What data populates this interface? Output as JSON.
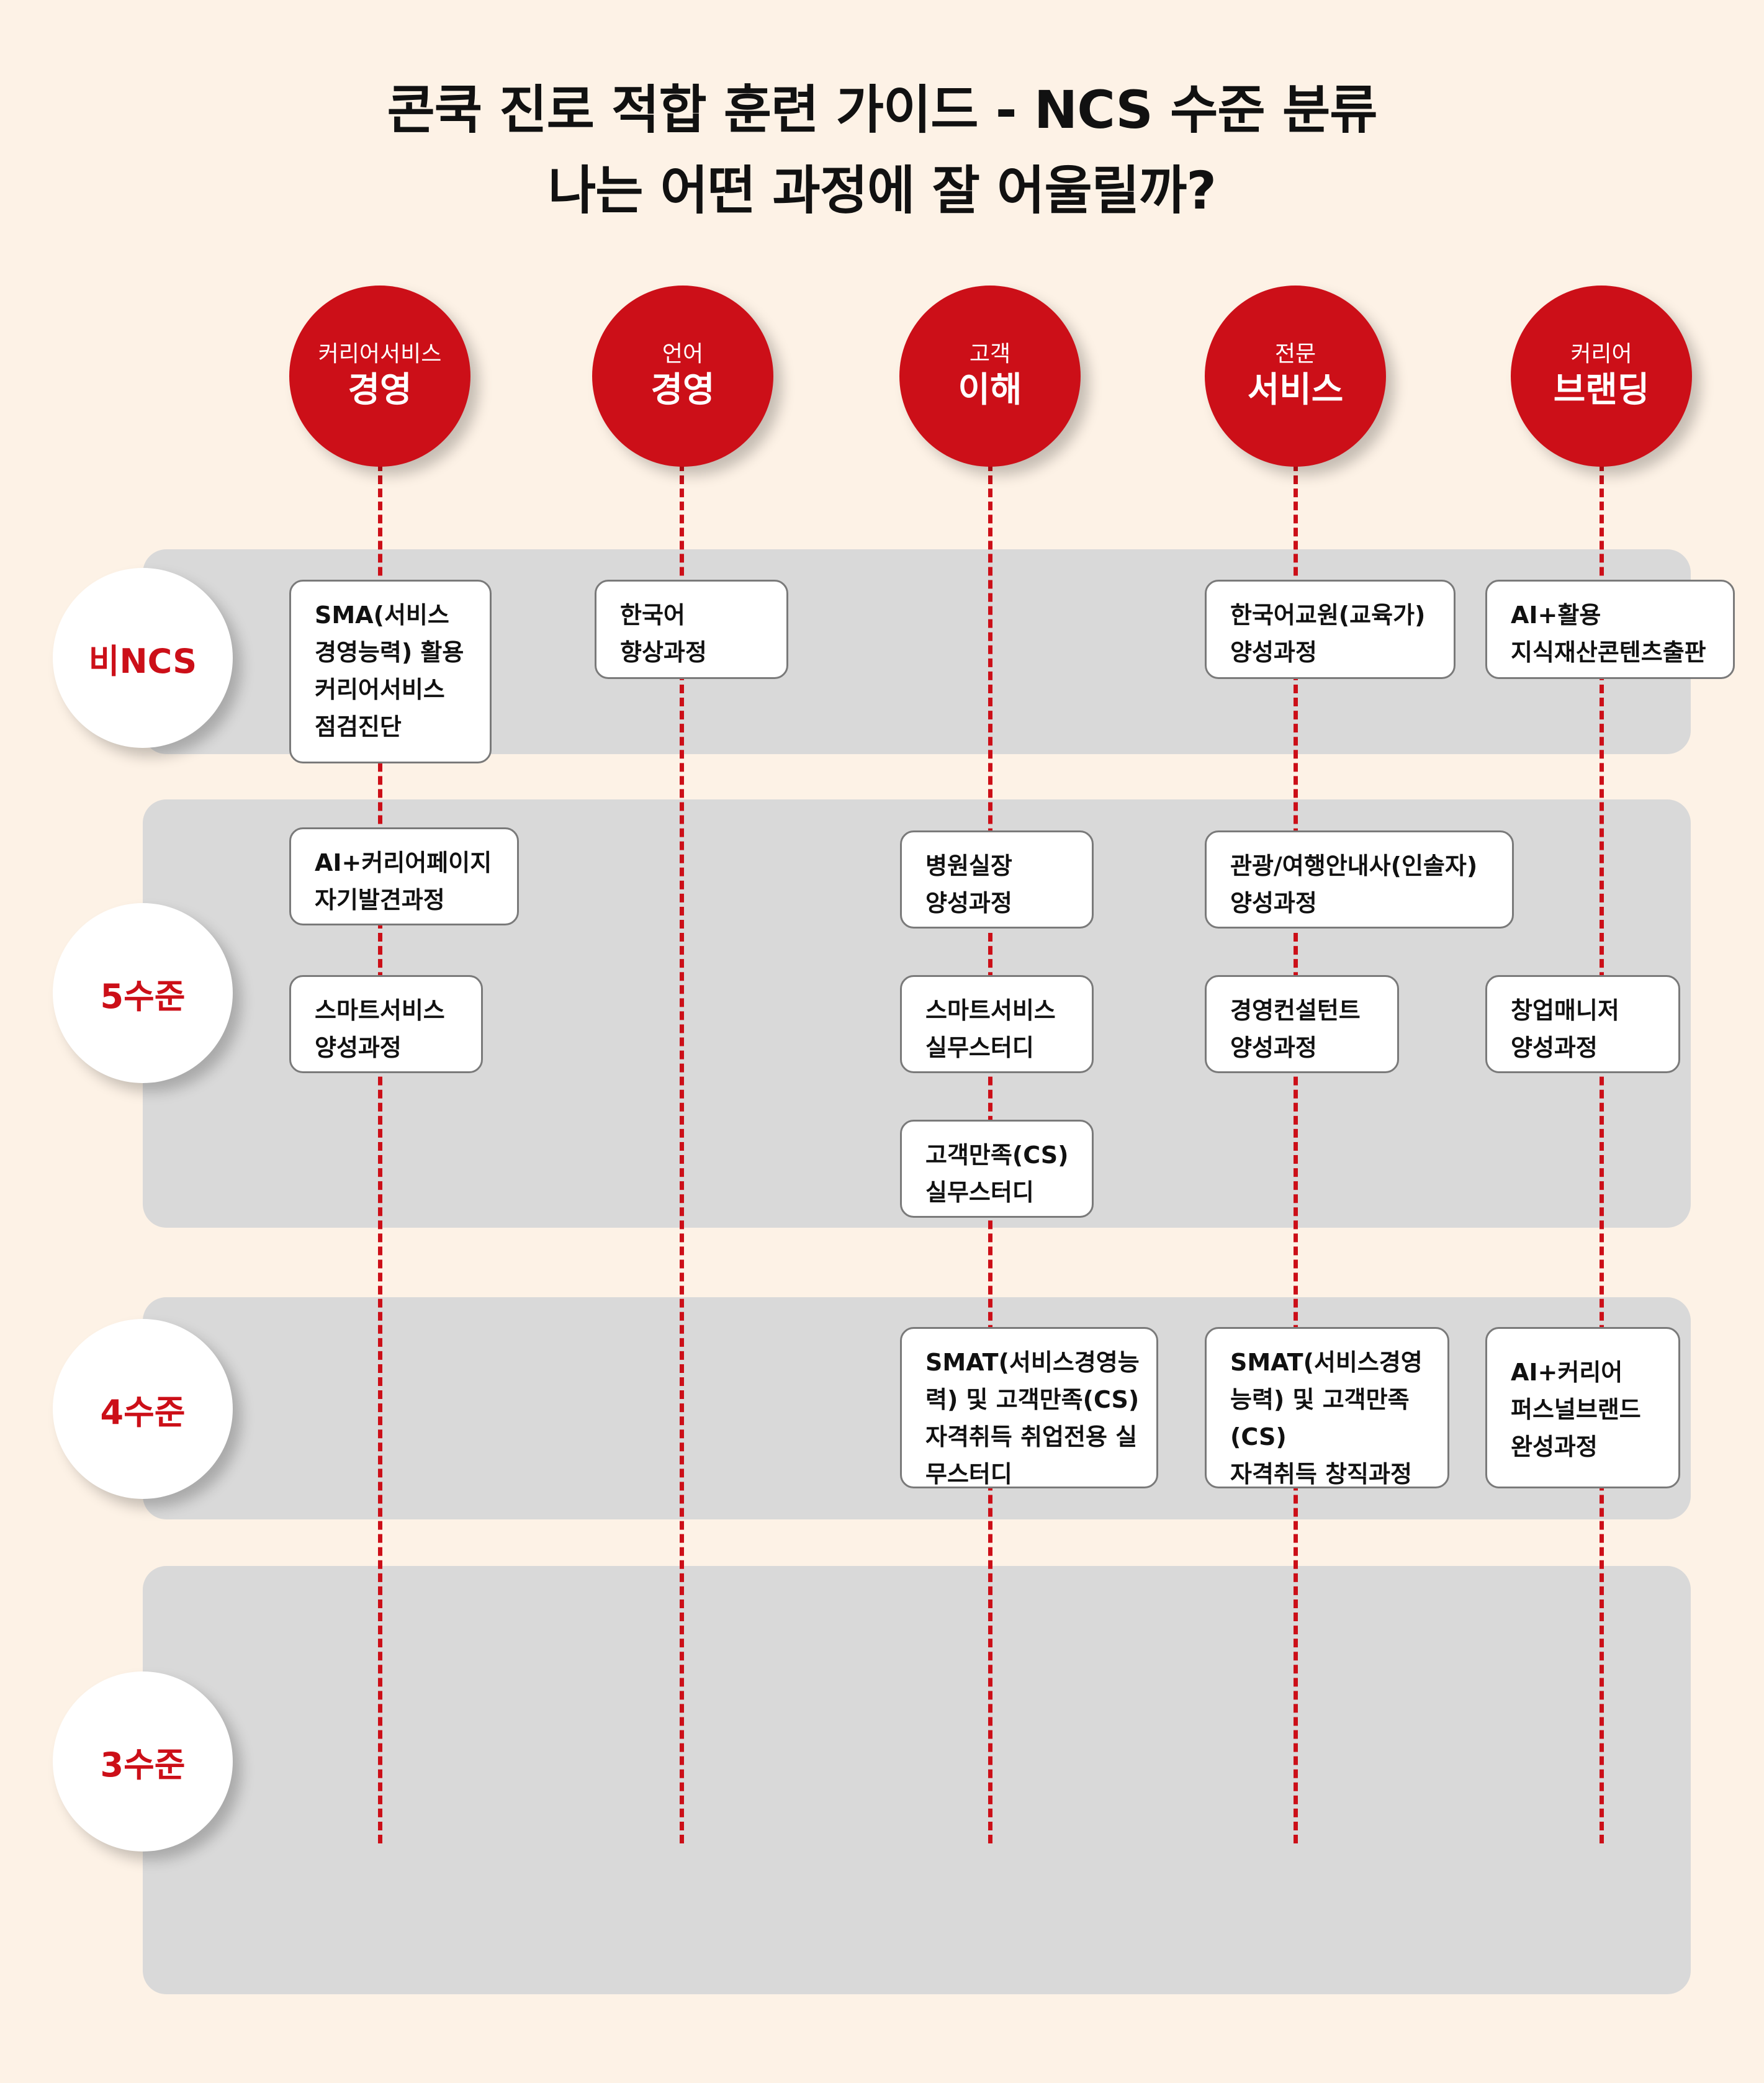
{
  "title": {
    "line1": "콘쿡 진로 적합 훈련 가이드 - NCS 수준 분류",
    "line2": "나는 어떤 과정에 잘 어울릴까?"
  },
  "columns": [
    {
      "sub": "커리어서비스",
      "main": "경영"
    },
    {
      "sub": "언어",
      "main": "경영"
    },
    {
      "sub": "고객",
      "main": "이해"
    },
    {
      "sub": "전문",
      "main": "서비스"
    },
    {
      "sub": "커리어",
      "main": "브랜딩"
    }
  ],
  "levels": [
    "비NCS",
    "5수준",
    "4수준",
    "3수준"
  ],
  "courses": {
    "non_ncs": [
      "SMA(서비스\n경영능력) 활용\n커리어서비스\n점검진단",
      "한국어\n향상과정",
      "한국어교원(교육가)\n양성과정",
      "AI+활용\n지식재산콘텐츠출판"
    ],
    "level5": [
      "AI+커리어페이지\n자기발견과정",
      "스마트서비스\n양성과정",
      "병원실장\n양성과정",
      "스마트서비스\n실무스터디",
      "고객만족(CS)\n실무스터디",
      "관광/여행안내사(인솔자)\n양성과정",
      "경영컨설턴트\n양성과정",
      "창업매니저\n양성과정"
    ],
    "level4": [
      "SMAT(서비스경영능\n력) 및 고객만족(CS)\n자격취득 취업전용 실\n무스터디",
      "SMAT(서비스경영\n능력) 및 고객만족\n(CS)\n자격취득 창직과정",
      "AI+커리어\n퍼스널브랜드\n완성과정"
    ]
  },
  "colors": {
    "accent_red": "#cc0f18",
    "background": "#fdf2e6",
    "band_gray": "#d9d9d9"
  }
}
